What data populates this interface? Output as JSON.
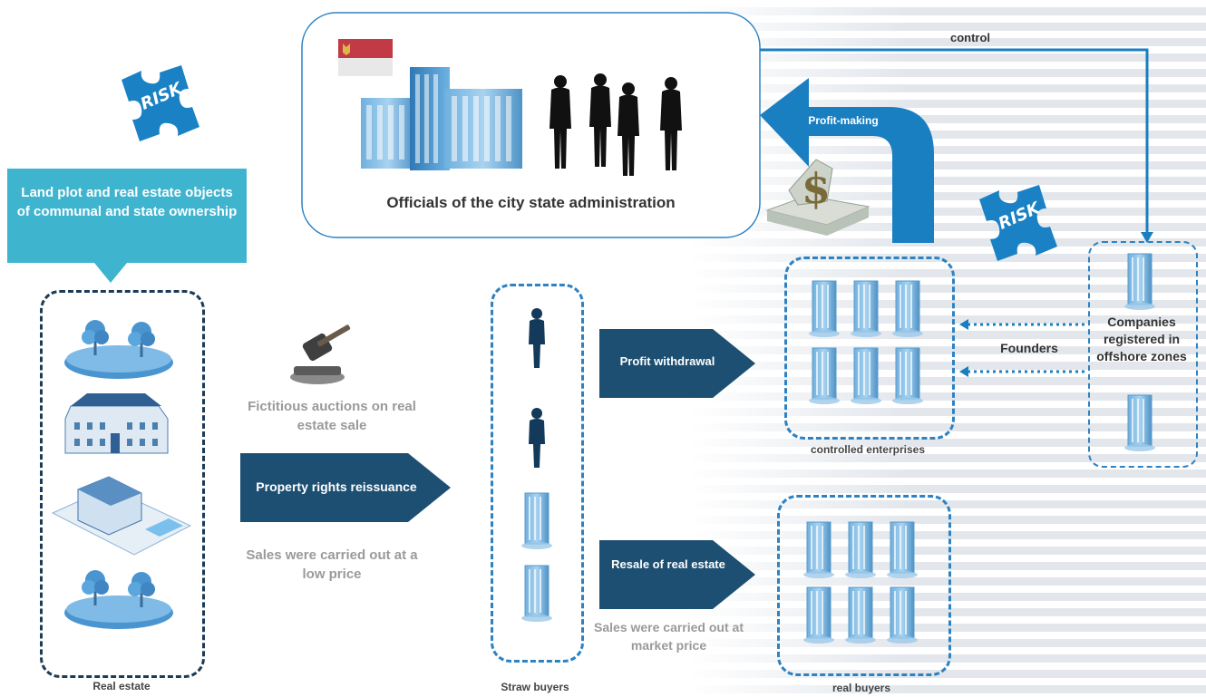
{
  "title": "Officials of the city state administration",
  "callout": "Land plot and real estate objects of communal and state ownership",
  "risk_label": "RISK",
  "labels": {
    "control": "control",
    "profit_making": "Profit-making",
    "founders": "Founders",
    "offshore": "Companies registered in offshore zones",
    "auctions": "Fictitious auctions on real estate sale",
    "property_rights": "Property rights  reissuance",
    "low_price": "Sales were carried out at a low price",
    "profit_withdrawal": "Profit withdrawal",
    "resale": "Resale of real estate",
    "market_price": "Sales were carried out at market price",
    "real_estate": "Real estate",
    "straw_buyers": "Straw buyers",
    "controlled": "controlled enterprises",
    "real_buyers": "real buyers"
  },
  "colors": {
    "navy": "#1d4f72",
    "blue": "#1a7fc1",
    "teal": "#3fb4cf",
    "dashed_dark": "#1d3b55",
    "dashed_blue": "#2d82c3"
  },
  "icons": [
    "risk-puzzle-icon",
    "flag-icon",
    "office-building-icon",
    "businesspeople-icon",
    "money-stack-icon",
    "gavel-icon",
    "land-plot-icon",
    "mansion-icon",
    "house-pool-icon",
    "person-silhouette-icon",
    "skyscraper-icon"
  ]
}
